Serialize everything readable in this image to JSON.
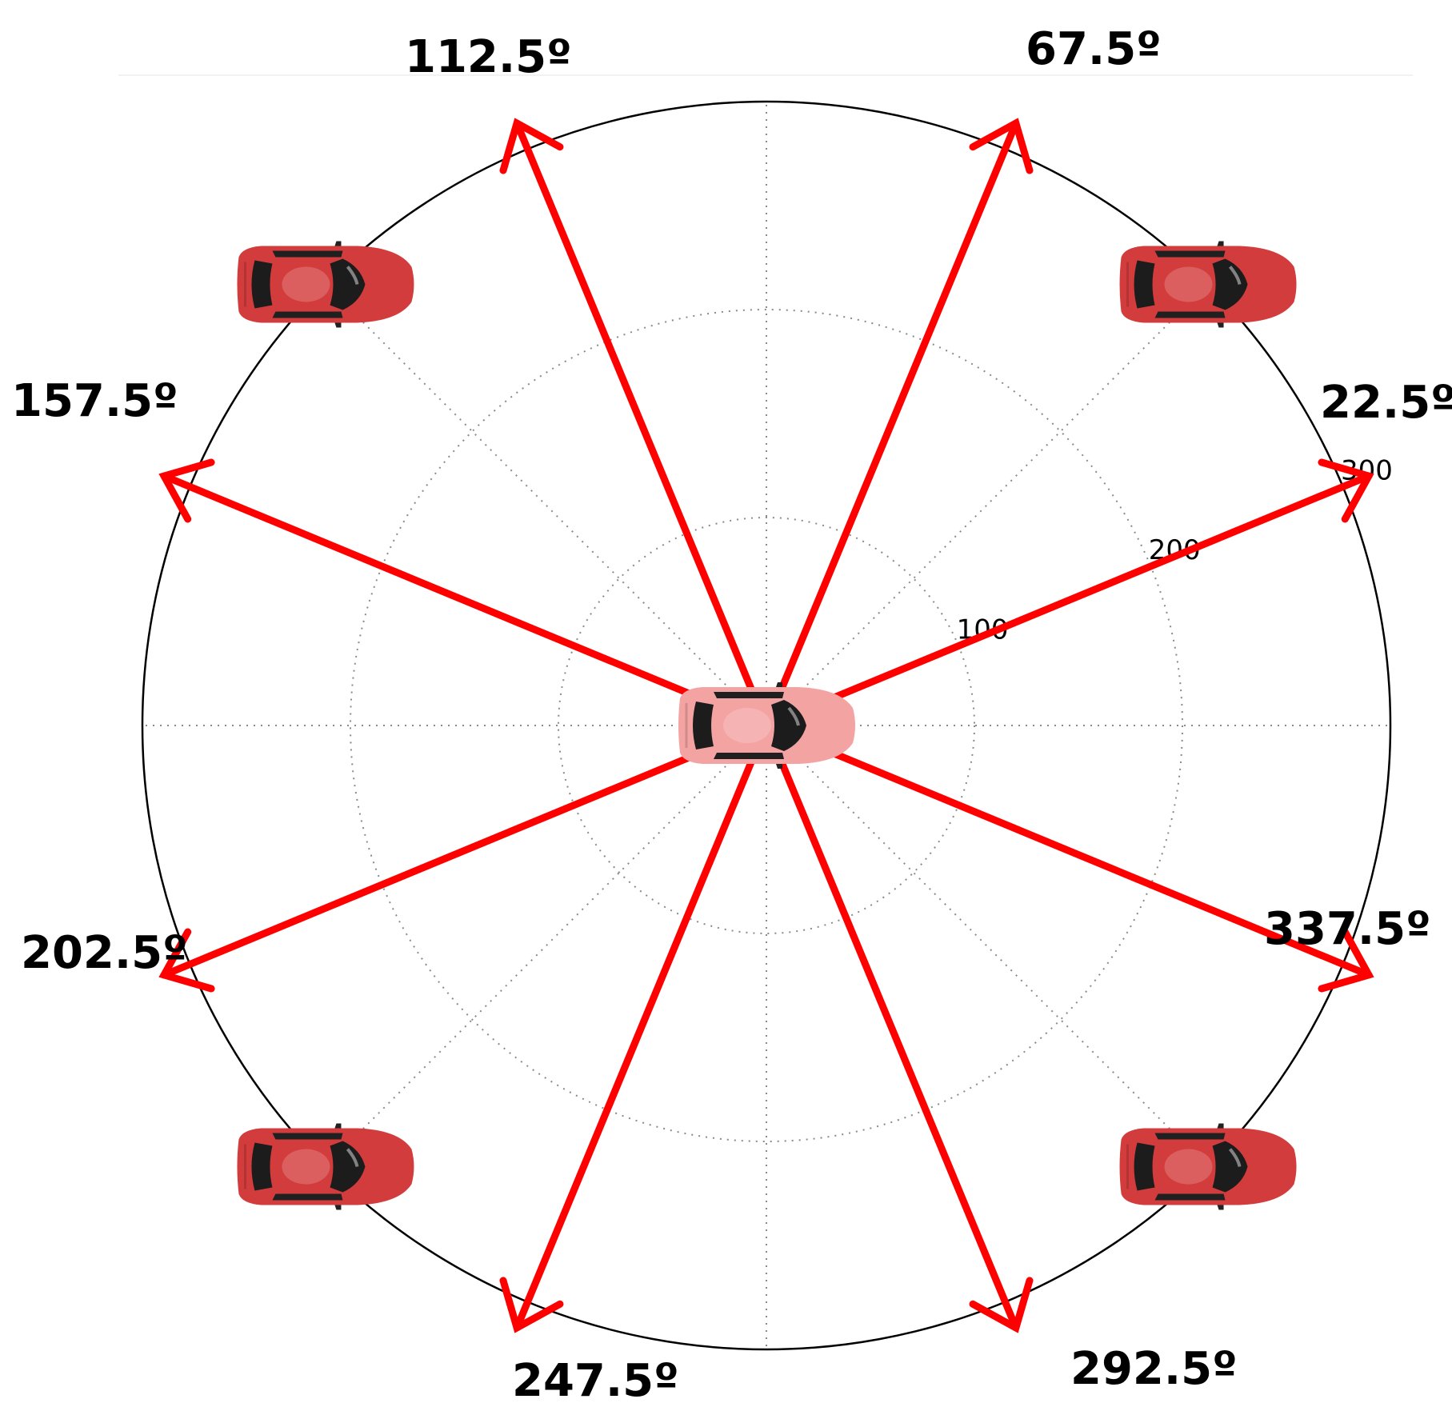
{
  "diagram": {
    "rings": [
      100,
      200,
      300
    ],
    "directions": [
      {
        "angle": 22.5,
        "label": "22.5º"
      },
      {
        "angle": 67.5,
        "label": "67.5º"
      },
      {
        "angle": 112.5,
        "label": "112.5º"
      },
      {
        "angle": 157.5,
        "label": "157.5º"
      },
      {
        "angle": 202.5,
        "label": "202.5º"
      },
      {
        "angle": 247.5,
        "label": "247.5º"
      },
      {
        "angle": 292.5,
        "label": "292.5º"
      },
      {
        "angle": 337.5,
        "label": "337.5º"
      }
    ],
    "surrounding_vehicles": [
      {
        "name": "car-top-left",
        "angle": 135
      },
      {
        "name": "car-top-right",
        "angle": 45
      },
      {
        "name": "car-bottom-left",
        "angle": 225
      },
      {
        "name": "car-bottom-right",
        "angle": 315
      }
    ],
    "colors": {
      "arrow": "#ff0000",
      "car_body": "#d33c3c",
      "ego_car_body": "#f4a3a3",
      "outer_circle": "#000000",
      "grid": "#8a8a8a"
    }
  }
}
